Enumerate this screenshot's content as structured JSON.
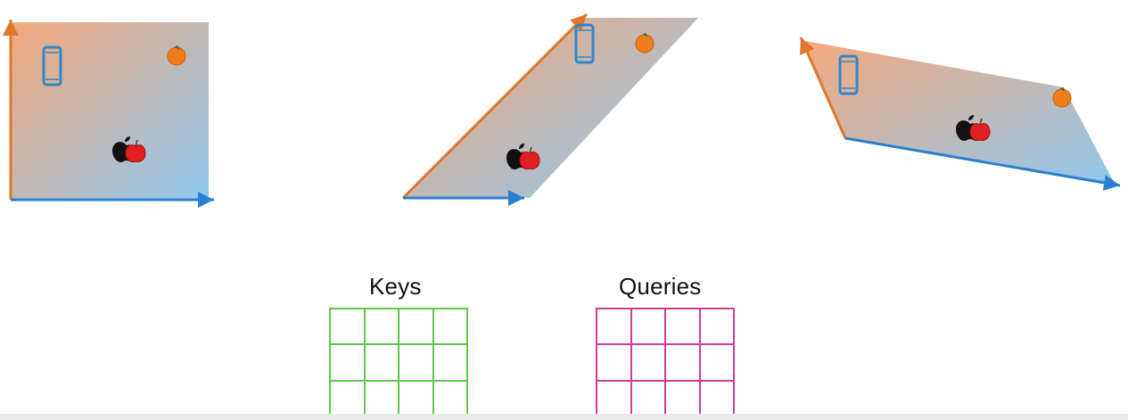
{
  "colors": {
    "fill_orange": "#f4a97c",
    "fill_blue": "#8fc8ee",
    "axis_orange": "#e0762a",
    "axis_blue": "#2b7fd0",
    "keys_grid": "#5fc64a",
    "queries_grid": "#cf3d93"
  },
  "panels": [
    {
      "icons": [
        "phone-icon",
        "orange-icon",
        "apple-logo-icon",
        "apple-fruit-icon"
      ]
    },
    {
      "icons": [
        "phone-icon",
        "orange-icon",
        "apple-logo-icon",
        "apple-fruit-icon"
      ]
    },
    {
      "icons": [
        "phone-icon",
        "orange-icon",
        "apple-logo-icon",
        "apple-fruit-icon"
      ]
    }
  ],
  "matrices": {
    "keys": {
      "label": "Keys",
      "rows": 3,
      "cols": 4
    },
    "queries": {
      "label": "Queries",
      "rows": 3,
      "cols": 4
    }
  }
}
